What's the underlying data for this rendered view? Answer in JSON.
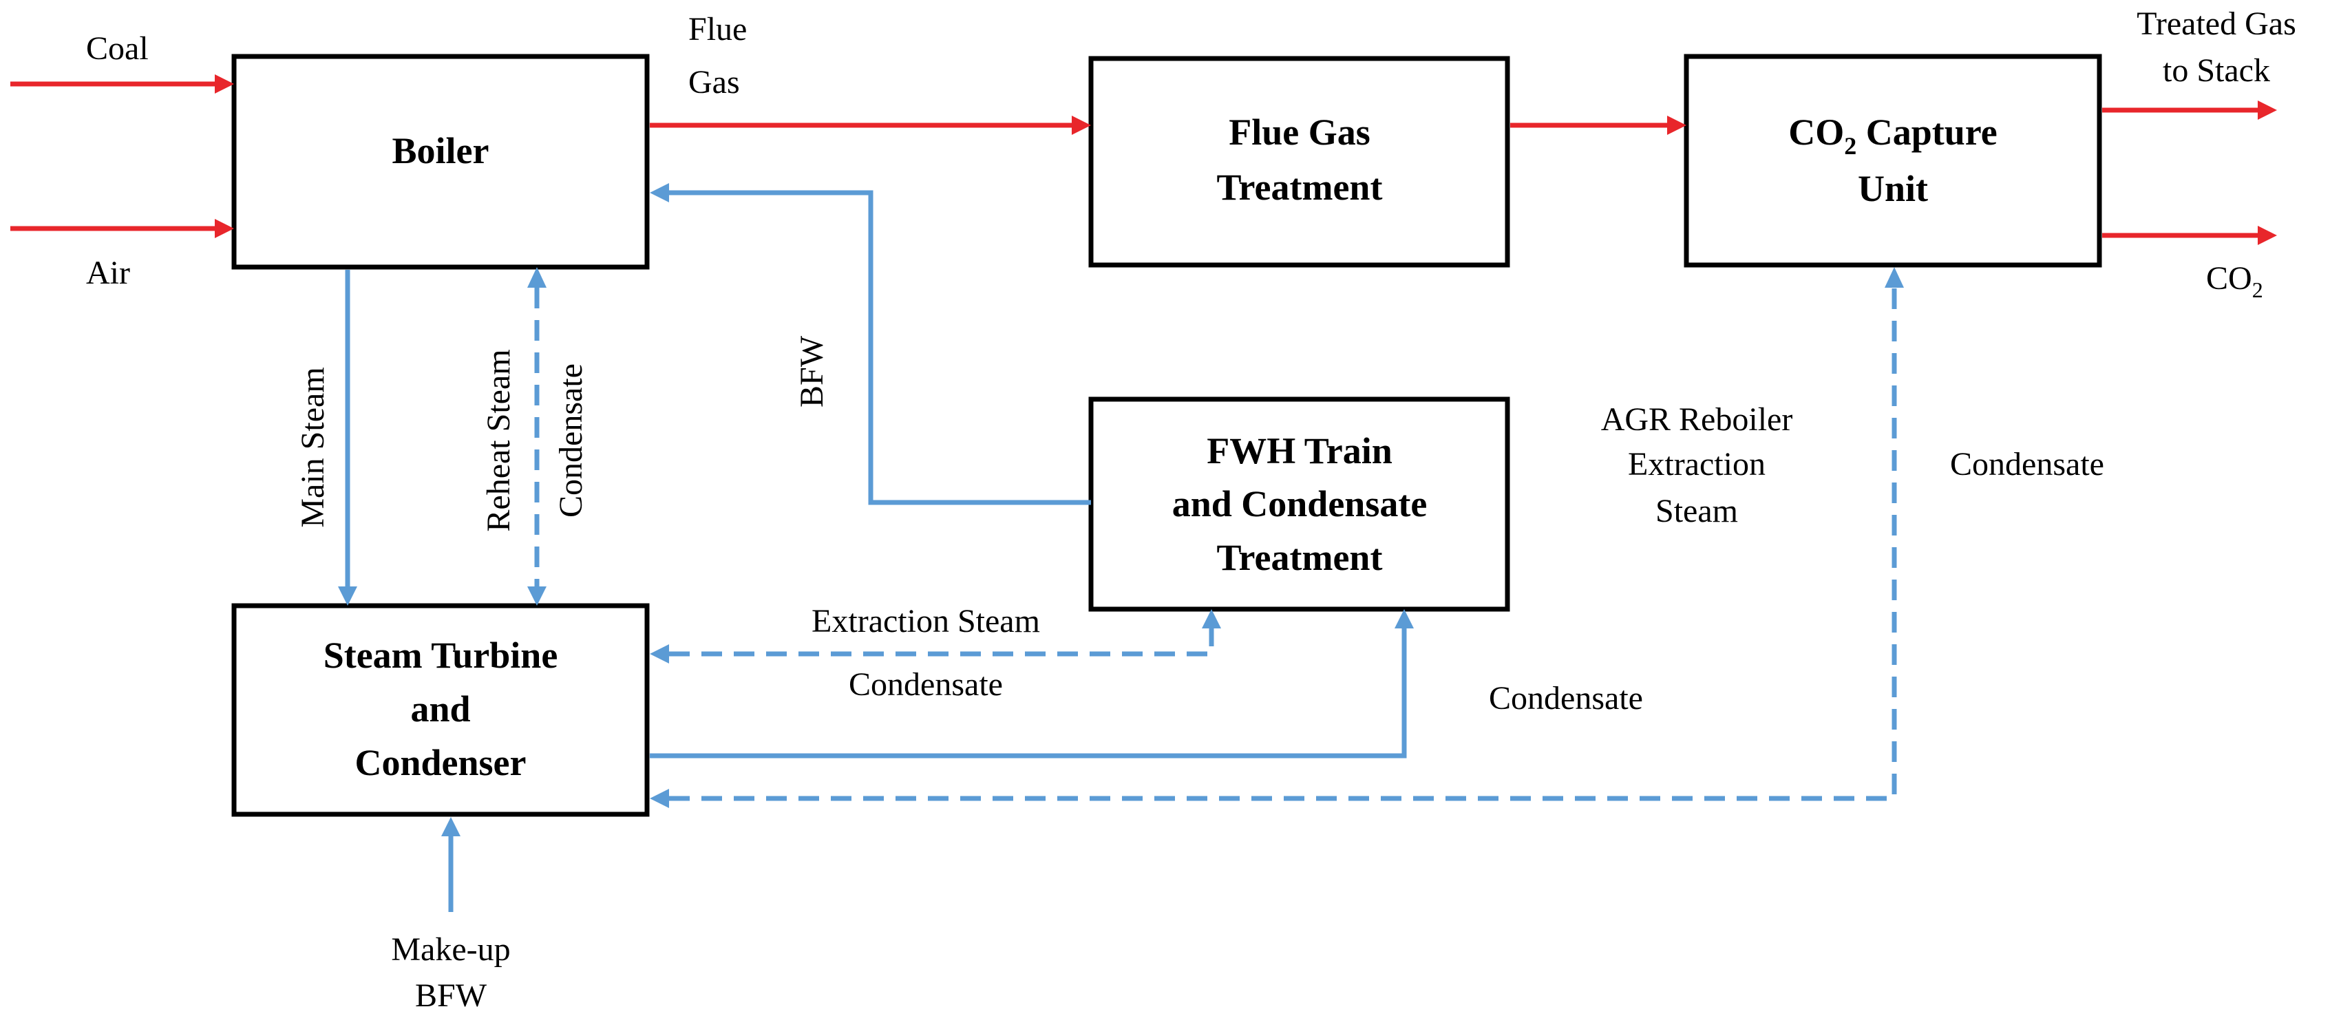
{
  "blocks": {
    "boiler": "Boiler",
    "flue_gas_treatment": [
      "Flue Gas",
      "Treatment"
    ],
    "co2_capture": {
      "prefix": "CO",
      "sub": "2",
      "suffix": " Capture",
      "line2": "Unit"
    },
    "fwh_train": [
      "FWH Train",
      "and Condensate",
      "Treatment"
    ],
    "steam_turbine": [
      "Steam Turbine",
      "and",
      "Condenser"
    ]
  },
  "streams": {
    "coal": "Coal",
    "air": "Air",
    "flue_gas": [
      "Flue",
      "Gas"
    ],
    "treated_gas": [
      "Treated Gas",
      "to Stack"
    ],
    "co2_out": {
      "prefix": "CO",
      "sub": "2"
    },
    "bfw": "BFW",
    "main_steam": "Main Steam",
    "reheat_steam": "Reheat Steam",
    "boiler_condensate": "Condensate",
    "agr_reboiler": [
      "AGR Reboiler",
      "Extraction",
      "Steam"
    ],
    "capture_condensate": "Condensate",
    "extraction_steam": "Extraction Steam",
    "extraction_condensate": "Condensate",
    "turbine_condensate": "Condensate",
    "makeup_bfw": [
      "Make-up",
      "BFW"
    ]
  },
  "colors": {
    "gas_stream": "#e8262b",
    "water_steam_stream": "#5b9bd5",
    "block_border": "#000000"
  }
}
